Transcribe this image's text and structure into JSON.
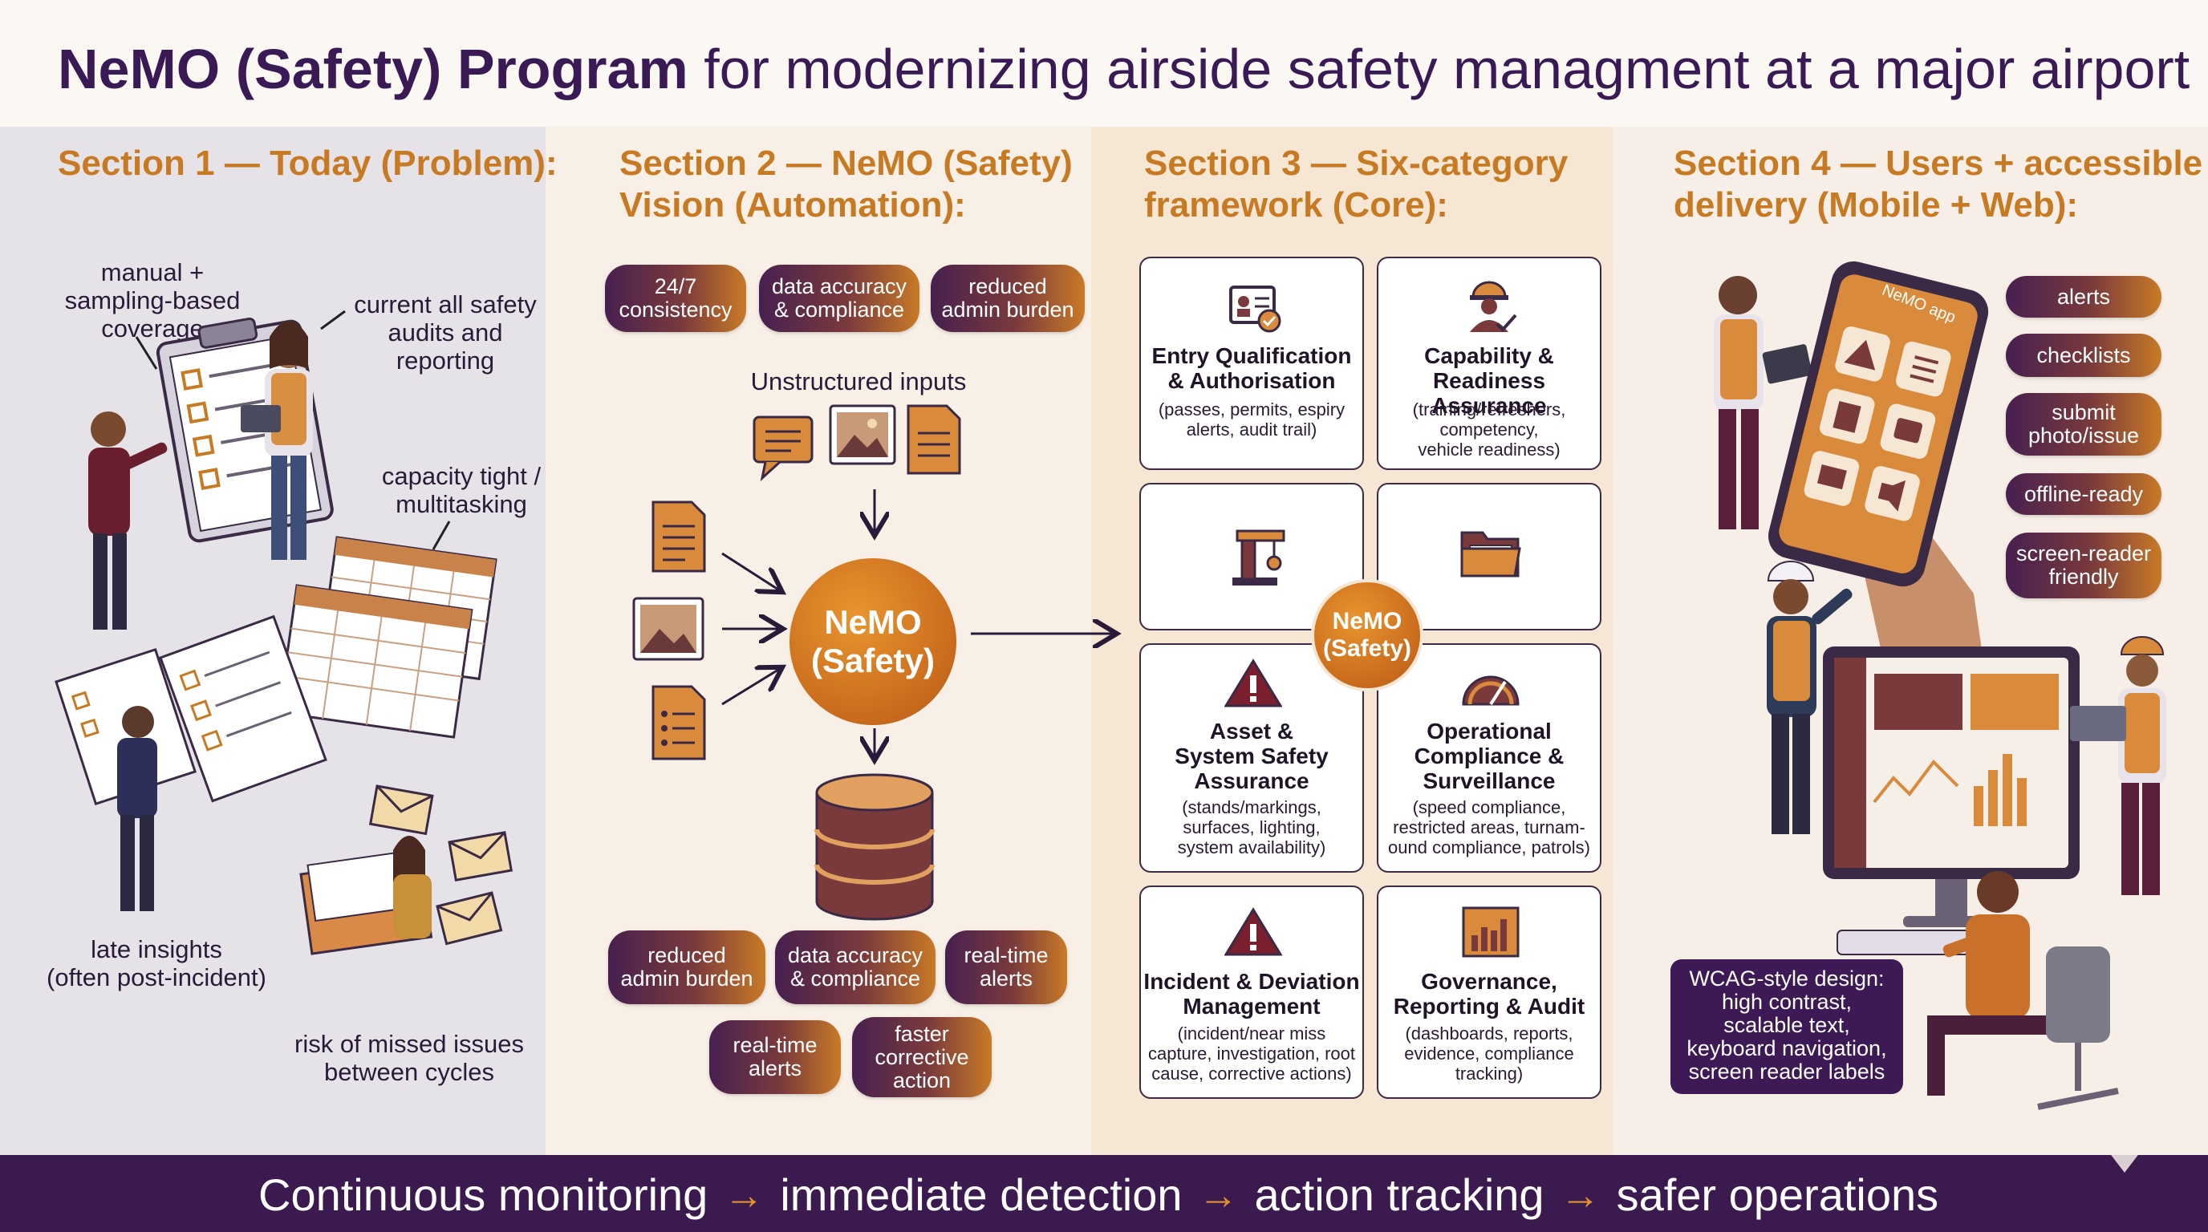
{
  "header": {
    "title_bold": "NeMO (Safety) Program",
    "title_rest": "for modernizing airside safety managment at a major airport"
  },
  "colors": {
    "primary_purple": "#3b1a50",
    "accent_orange": "#c77a22",
    "section_band_1": "#e6e3e8",
    "section_band_3": "#f6e6d4"
  },
  "section1": {
    "heading": "Section 1 — Today (Problem):",
    "labels": [
      [
        "manual +",
        "sampling-based",
        "coverage"
      ],
      [
        "current all safety",
        "audits and",
        "reporting"
      ],
      [
        "capacity tight /",
        "multitasking"
      ],
      [
        "late insights",
        "(often post-incident)"
      ],
      [
        "risk of missed issues",
        "between cycles"
      ]
    ]
  },
  "section2": {
    "heading_line1": "Section 2 — NeMO (Safety)",
    "heading_line2": "Vision (Automation):",
    "top_pills": [
      [
        "24/7",
        "consistency"
      ],
      [
        "data accuracy",
        "& compliance"
      ],
      [
        "reduced",
        "admin burden"
      ]
    ],
    "inputs_label": "Unstructured inputs",
    "center_line1": "NeMO",
    "center_line2": "(Safety)",
    "bottom_pills": [
      [
        "reduced",
        "admin burden"
      ],
      [
        "data accuracy",
        "& compliance"
      ],
      [
        "real-time",
        "alerts"
      ],
      [
        "real-time",
        "alerts"
      ],
      [
        "faster",
        "corrective",
        "action"
      ]
    ]
  },
  "section3": {
    "heading_line1": "Section 3 — Six-category",
    "heading_line2": "framework (Core):",
    "center_line1": "NeMO",
    "center_line2": "(Safety)",
    "cards": [
      {
        "title": [
          "Entry Qualification",
          "& Authorisation"
        ],
        "sub": [
          "(passes, permits, espiry",
          "alerts, audit trail)"
        ],
        "icon": "id-badge-icon"
      },
      {
        "title": [
          "Capability &",
          "Readiness Assurance"
        ],
        "sub": [
          "(training/refreshers,",
          "competency,",
          "vehicle readiness)"
        ],
        "icon": "worker-check-icon"
      },
      {
        "title": [],
        "sub": [],
        "icon": "crane-icon"
      },
      {
        "title": [],
        "sub": [],
        "icon": "folder-icon"
      },
      {
        "title": [
          "Asset &",
          "System Safety",
          "Assurance"
        ],
        "sub": [
          "(stands/markings,",
          "surfaces, lighting,",
          "system availability)"
        ],
        "icon": "warning-icon"
      },
      {
        "title": [
          "Operational",
          "Compliance &",
          "Surveillance"
        ],
        "sub": [
          "(speed compliance,",
          "restricted areas, turnam-",
          "ound compliance, patrols)"
        ],
        "icon": "speedometer-icon"
      },
      {
        "title": [
          "Incident & Deviation",
          "Management"
        ],
        "sub": [
          "(incident/near miss",
          "capture, investigation, root",
          "cause, corrective actions)"
        ],
        "icon": "warning-icon"
      },
      {
        "title": [
          "Governance,",
          "Reporting & Audit"
        ],
        "sub": [
          "(dashboards, reports,",
          "evidence, compliance",
          "tracking)"
        ],
        "icon": "bar-chart-icon"
      }
    ]
  },
  "section4": {
    "heading_line1": "Section 4 — Users + accessible",
    "heading_line2": "delivery (Mobile + Web):",
    "app_label": "NeMO app",
    "pills": [
      [
        "alerts"
      ],
      [
        "checklists"
      ],
      [
        "submit",
        "photo/issue"
      ],
      [
        "offline-ready"
      ],
      [
        "screen-reader",
        "friendly"
      ]
    ],
    "wcag": [
      "WCAG-style design:",
      "high contrast,",
      "scalable text,",
      "keyboard navigation,",
      "screen reader labels"
    ]
  },
  "footer": {
    "steps": [
      "Continuous monitoring",
      "immediate detection",
      "action tracking",
      "safer operations"
    ],
    "arrow": "→"
  }
}
